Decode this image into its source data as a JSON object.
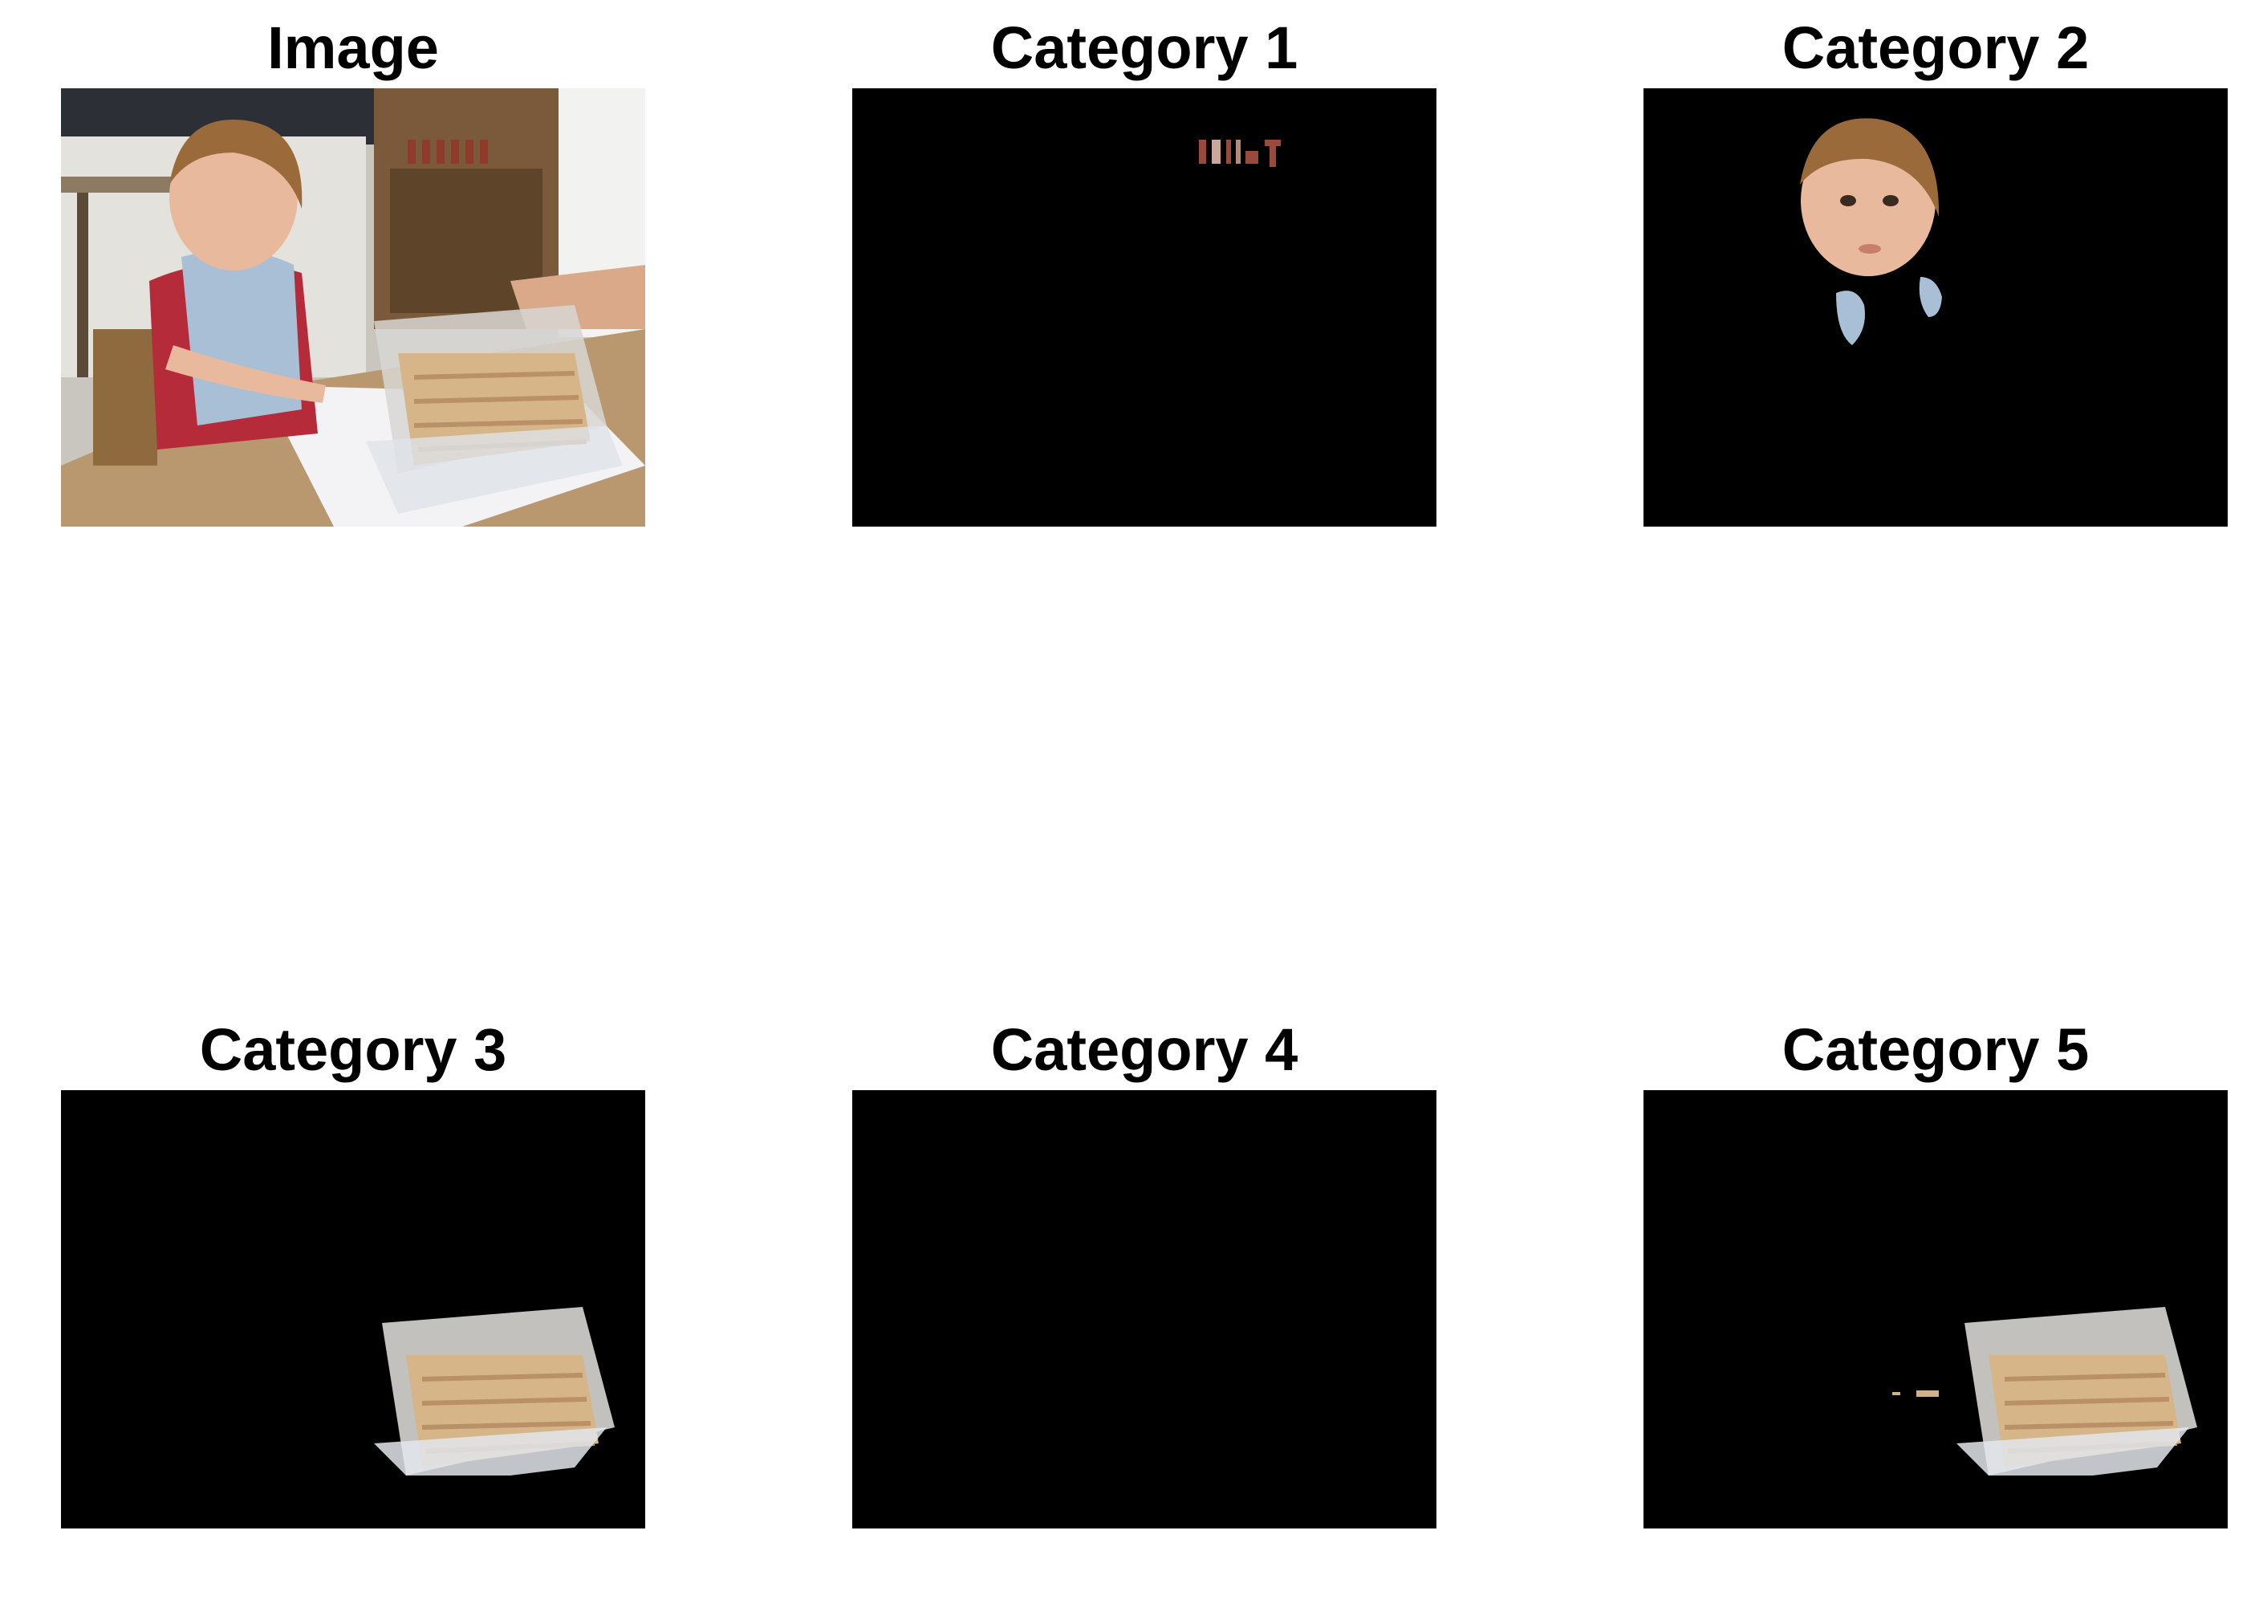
{
  "panels": [
    {
      "title": "Image"
    },
    {
      "title": "Category 1"
    },
    {
      "title": "Category 2"
    },
    {
      "title": "Category 3"
    },
    {
      "title": "Category 4"
    },
    {
      "title": "Category 5"
    }
  ]
}
